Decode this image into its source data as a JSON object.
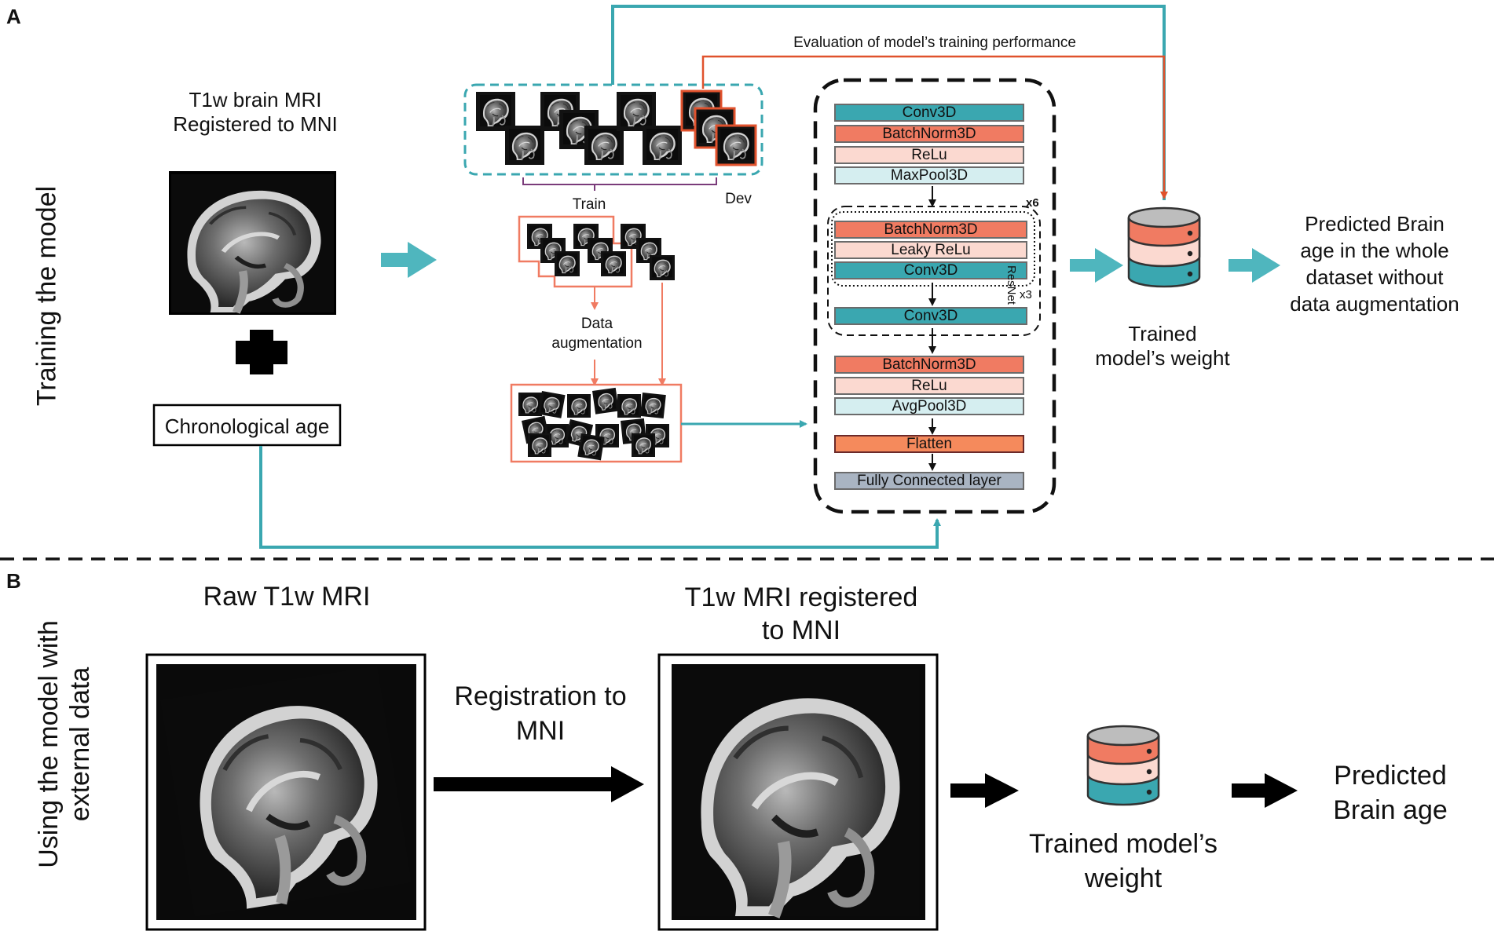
{
  "panel_a": {
    "label": "A",
    "side_title": "Training the model",
    "input_title_line1": "T1w brain MRI",
    "input_title_line2": "Registered to MNI",
    "chrono_age": "Chronological age",
    "eval_label": "Evaluation of model’s training performance",
    "train_label": "Train",
    "dev_label": "Dev",
    "augment_line1": "Data",
    "augment_line2": "augmentation",
    "resnet_label": "ResNet",
    "repeat_x6": "x6",
    "repeat_x3": "x3",
    "layers": {
      "l1": "Conv3D",
      "l2": "BatchNorm3D",
      "l3": "ReLu",
      "l4": "MaxPool3D",
      "l5": "BatchNorm3D",
      "l6": "Leaky ReLu",
      "l7": "Conv3D",
      "l8": "Conv3D",
      "l9": "BatchNorm3D",
      "l10": "ReLu",
      "l11": "AvgPool3D",
      "l12": "Flatten",
      "l13": "Fully Connected layer"
    },
    "weights_line1": "Trained",
    "weights_line2": "model’s weight",
    "output_line1": "Predicted Brain",
    "output_line2": "age in the whole",
    "output_line3": "dataset without",
    "output_line4": "data augmentation"
  },
  "panel_b": {
    "label": "B",
    "side_title_line1": "Using the model with",
    "side_title_line2": "external data",
    "raw_title": "Raw T1w MRI",
    "reg_title_line1": "T1w MRI registered",
    "reg_title_line2": "to MNI",
    "registration_line1": "Registration to",
    "registration_line2": "MNI",
    "weights_line1": "Trained model’s",
    "weights_line2": "weight",
    "output_line1": "Predicted",
    "output_line2": "Brain age"
  },
  "colors": {
    "teal": "#3aa7b0",
    "teal_arrow": "#4fb6be",
    "salmon": "#f07b62",
    "orange_red": "#e0522d",
    "light_pink": "#fbd9d0",
    "light_cyan": "#d5eef0",
    "grey_layer": "#a9b4c2",
    "flatten": "#f58a5c"
  },
  "icons": [
    "brain-mri-image",
    "plus-icon",
    "database-icon",
    "arrow-icon"
  ]
}
